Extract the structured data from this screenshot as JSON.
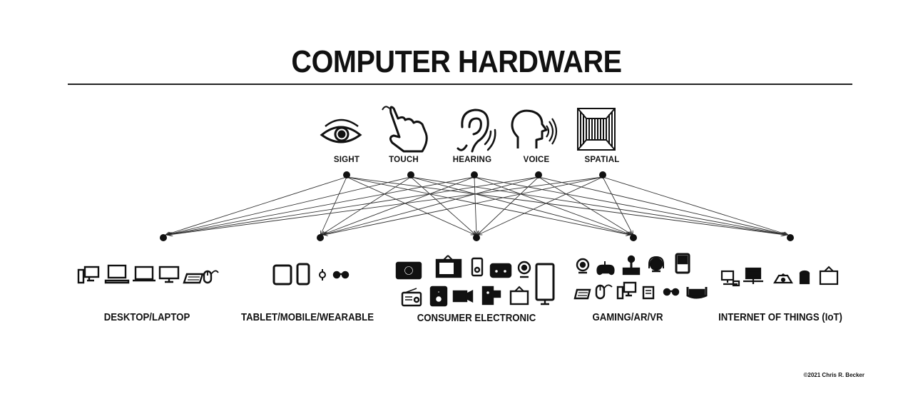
{
  "title": "COMPUTER HARDWARE",
  "senses": [
    {
      "label": "SIGHT",
      "icon": "eye-icon"
    },
    {
      "label": "TOUCH",
      "icon": "pointing-hand-icon"
    },
    {
      "label": "HEARING",
      "icon": "ear-icon"
    },
    {
      "label": "VOICE",
      "icon": "speaking-head-icon"
    },
    {
      "label": "SPATIAL",
      "icon": "spatial-room-icon"
    }
  ],
  "categories": [
    {
      "label": "DESKTOP/LAPTOP",
      "icons": [
        "desktop-tower-icon",
        "laptop-icon",
        "laptop-icon",
        "monitor-icon",
        "keyboard-icon",
        "mouse-icon"
      ]
    },
    {
      "label": "TABLET/MOBILE/WEARABLE",
      "icons": [
        "tablet-icon",
        "smartphone-icon",
        "smartwatch-icon",
        "glasses-icon"
      ]
    },
    {
      "label": "CONSUMER ELECTRONIC",
      "icons": [
        "camera-icon",
        "tv-icon",
        "media-player-icon",
        "radio-icon",
        "webcam-icon",
        "tall-display-icon",
        "radio-icon",
        "speaker-icon",
        "camcorder-icon",
        "video-camera-icon",
        "smart-tv-icon"
      ]
    },
    {
      "label": "GAMING/AR/VR",
      "icons": [
        "webcam-icon",
        "gamepad-icon",
        "joystick-icon",
        "headset-icon",
        "handheld-console-icon",
        "keyboard-icon",
        "mouse-icon",
        "desktop-icon",
        "console-icon",
        "glasses-icon",
        "vr-headset-icon"
      ]
    },
    {
      "label": "INTERNET OF THINGS (IoT)",
      "icons": [
        "networked-computer-icon",
        "server-icon",
        "router-icon",
        "database-icon",
        "smart-tv-icon"
      ]
    }
  ],
  "credit": "©2021 Chris R. Becker"
}
